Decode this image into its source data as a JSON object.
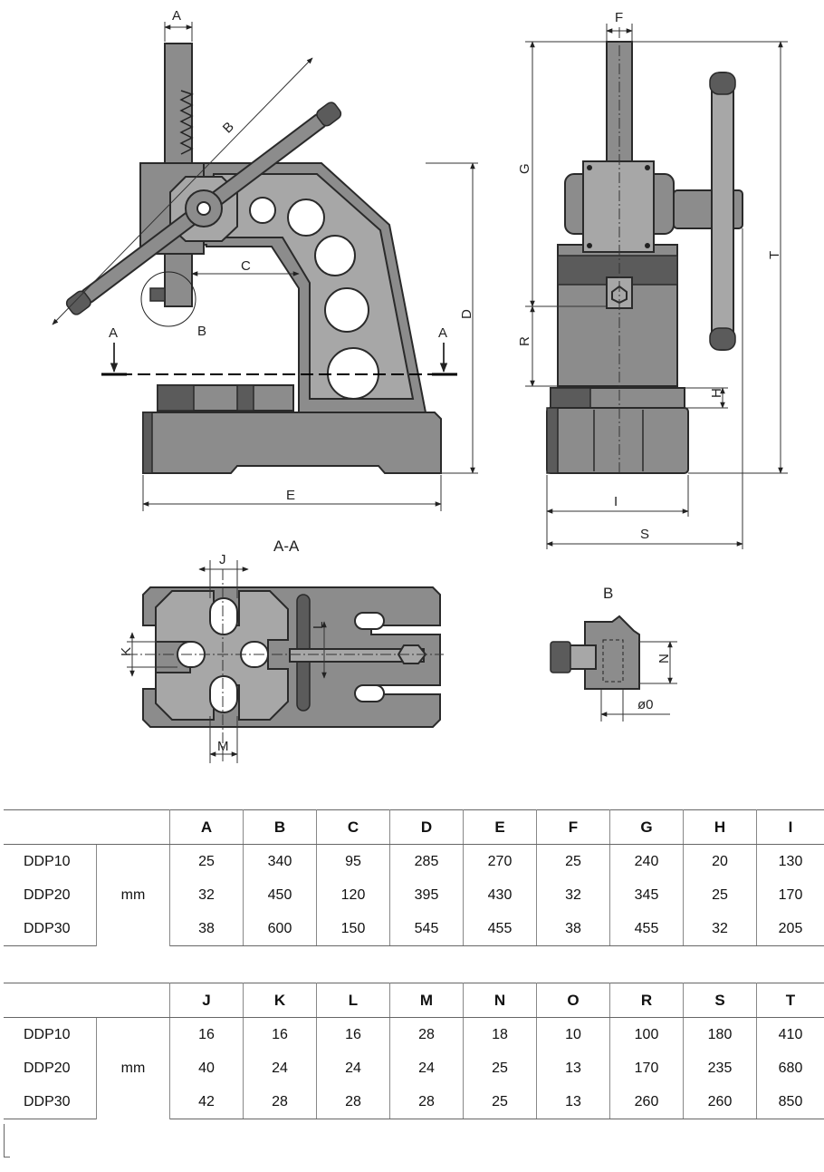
{
  "drawing": {
    "dimension_labels": {
      "A": "A",
      "B": "B",
      "C": "C",
      "D": "D",
      "E": "E",
      "F": "F",
      "G": "G",
      "H": "H",
      "I": "I",
      "J": "J",
      "K": "K",
      "L": "L",
      "M": "M",
      "N": "N",
      "O": "ø0",
      "R": "R",
      "S": "S",
      "T": "T"
    },
    "section_marker": "A",
    "section_title": "A-A",
    "detail_marker": "B",
    "detail_title": "B"
  },
  "tables": [
    {
      "headers": [
        "A",
        "B",
        "C",
        "D",
        "E",
        "F",
        "G",
        "H",
        "I"
      ],
      "unit": "mm",
      "rows": [
        {
          "model": "DDP10",
          "values": [
            "25",
            "340",
            "95",
            "285",
            "270",
            "25",
            "240",
            "20",
            "130"
          ]
        },
        {
          "model": "DDP20",
          "values": [
            "32",
            "450",
            "120",
            "395",
            "430",
            "32",
            "345",
            "25",
            "170"
          ]
        },
        {
          "model": "DDP30",
          "values": [
            "38",
            "600",
            "150",
            "545",
            "455",
            "38",
            "455",
            "32",
            "205"
          ]
        }
      ]
    },
    {
      "headers": [
        "J",
        "K",
        "L",
        "M",
        "N",
        "O",
        "R",
        "S",
        "T"
      ],
      "unit": "mm",
      "rows": [
        {
          "model": "DDP10",
          "values": [
            "16",
            "16",
            "16",
            "28",
            "18",
            "10",
            "100",
            "180",
            "410"
          ]
        },
        {
          "model": "DDP20",
          "values": [
            "40",
            "24",
            "24",
            "24",
            "25",
            "13",
            "170",
            "235",
            "680"
          ]
        },
        {
          "model": "DDP30",
          "values": [
            "42",
            "28",
            "28",
            "28",
            "25",
            "13",
            "260",
            "260",
            "850"
          ]
        }
      ]
    }
  ]
}
